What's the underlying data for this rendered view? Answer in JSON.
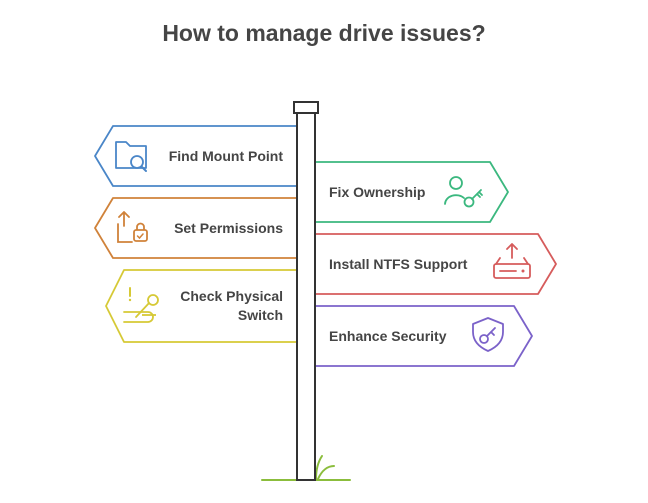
{
  "title": "How to manage drive issues?",
  "colors": {
    "text": "#454545",
    "pole_stroke": "#333333",
    "grass": "#8bbd3c"
  },
  "signs": [
    {
      "side": "left",
      "label": "Find Mount Point",
      "icon": "folder-search-icon",
      "color": "#4a86c8"
    },
    {
      "side": "right",
      "label": "Fix Ownership",
      "icon": "user-key-icon",
      "color": "#3bb87f"
    },
    {
      "side": "left",
      "label": "Set Permissions",
      "icon": "share-lock-icon",
      "color": "#d0823a"
    },
    {
      "side": "right",
      "label": "Install NTFS Support",
      "icon": "drive-upload-icon",
      "color": "#d65c5c"
    },
    {
      "side": "left",
      "label": "Check Physical\nSwitch",
      "icon": "toggle-alert-icon",
      "color": "#d6c936"
    },
    {
      "side": "right",
      "label": "Enhance Security",
      "icon": "shield-key-icon",
      "color": "#7b62c9"
    }
  ]
}
